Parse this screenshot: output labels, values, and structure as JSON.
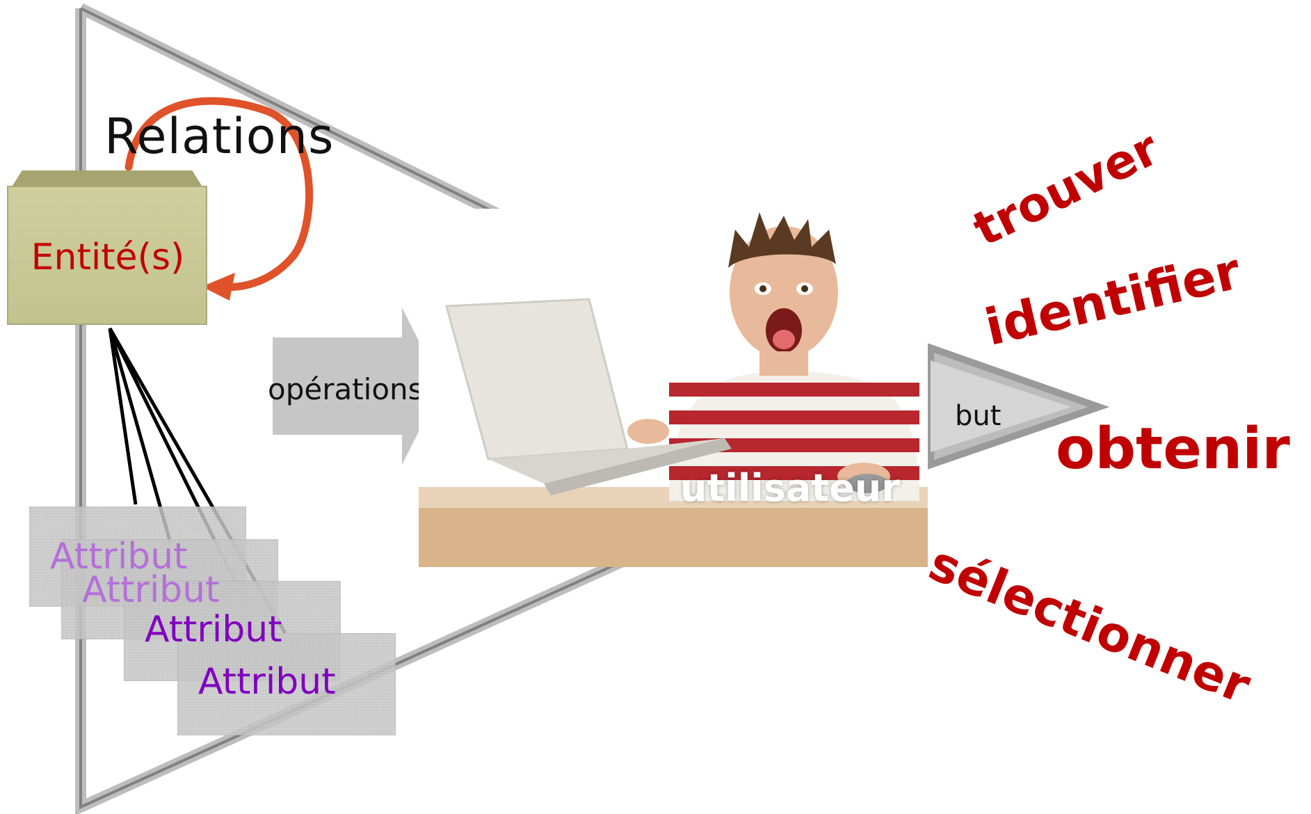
{
  "diagram": {
    "relations_label": "Relations",
    "entity_label": "Entité(s)",
    "attributes": [
      "Attribut",
      "Attribut",
      "Attribut",
      "Attribut"
    ],
    "operations_label": "opérations",
    "user_label": "utilisateur",
    "goal_label": "but",
    "verbs": [
      "trouver",
      "identifier",
      "obtenir",
      "sélectionner"
    ]
  },
  "colors": {
    "verb": "#c00000",
    "entity_text": "#c00000",
    "attribute_text": "#8000c0",
    "relation_arrow": "#e0522a",
    "entity_box": "#c8c893",
    "triangle_stroke": "#9a9a9a",
    "arrow_fill": "#c6c6c6"
  }
}
